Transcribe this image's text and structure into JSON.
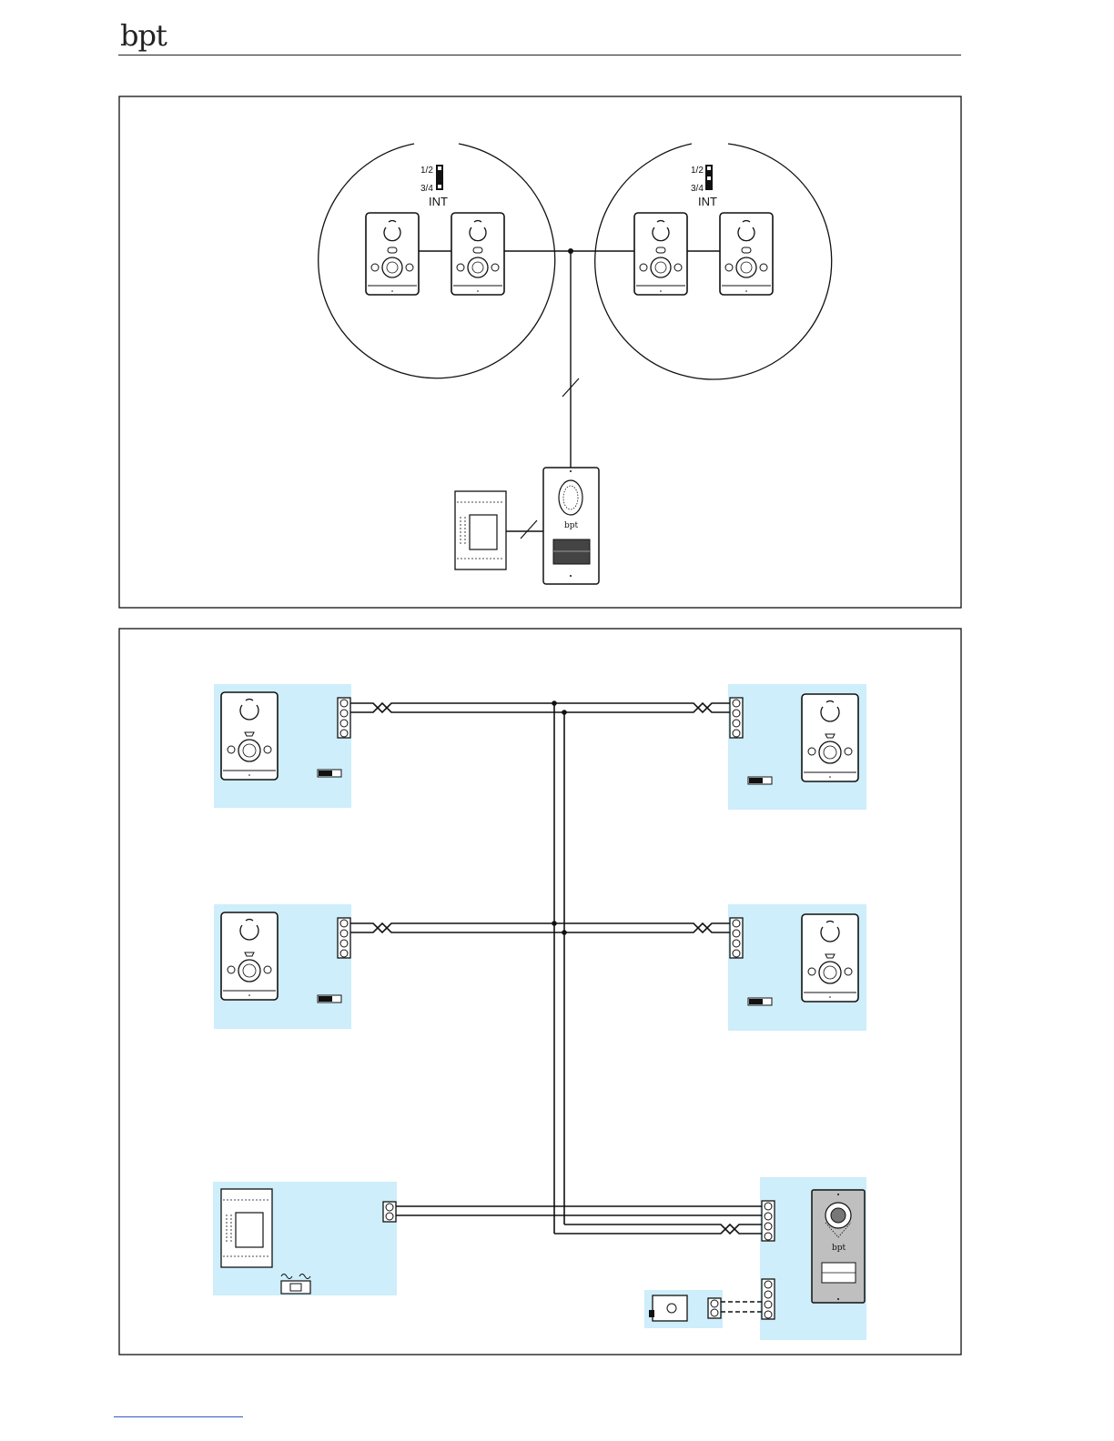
{
  "brand": {
    "logo_text": "bpt"
  },
  "top_diagram": {
    "left_group": {
      "jumper_label_a": "1/2",
      "jumper_label_b": "3/4",
      "jumper_caption": "INT"
    },
    "right_group": {
      "jumper_label_a": "1/2",
      "jumper_label_b": "3/4",
      "jumper_caption": "INT"
    }
  },
  "colors": {
    "panel_fill": "#cdeefa",
    "line": "#111111",
    "device_fill": "#ffffff",
    "door_station_fill": "#bfbfbf"
  },
  "icons": [
    "bpt-logo",
    "handset-icon",
    "power-supply-icon",
    "door-station-icon",
    "terminal-block-icon",
    "jumper-icon",
    "electric-lock-icon"
  ]
}
